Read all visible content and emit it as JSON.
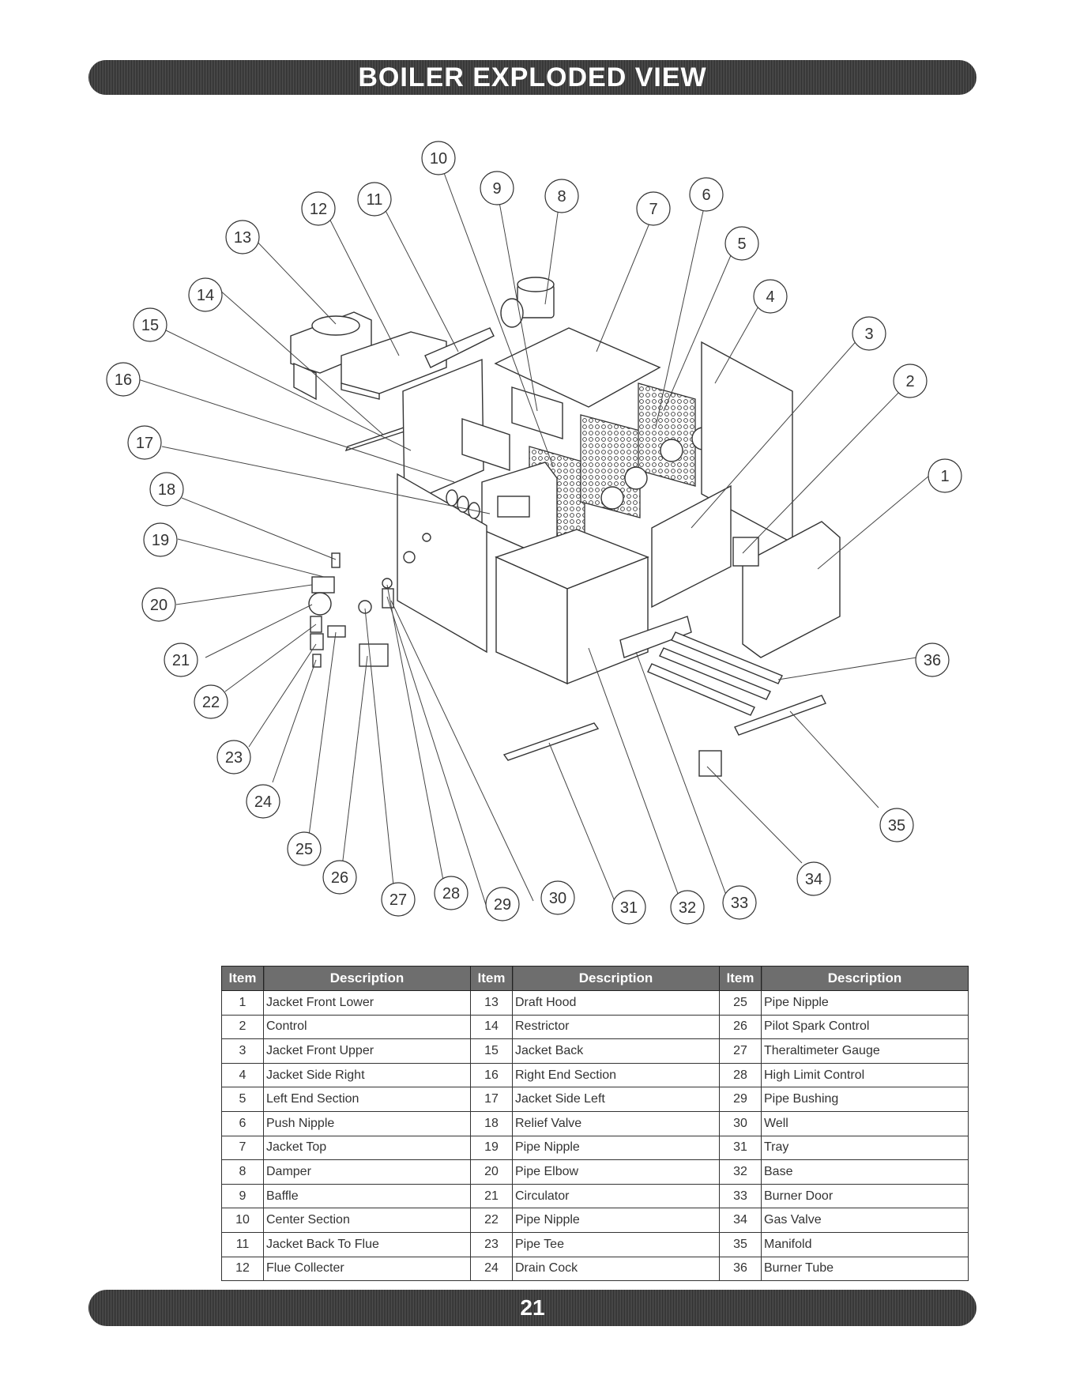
{
  "header": {
    "title": "BOILER EXPLODED VIEW"
  },
  "footer": {
    "page_number": "21"
  },
  "table": {
    "headers": [
      "Item",
      "Description",
      "Item",
      "Description",
      "Item",
      "Description"
    ],
    "rows": [
      [
        "1",
        "Jacket Front Lower",
        "13",
        "Draft Hood",
        "25",
        "Pipe Nipple"
      ],
      [
        "2",
        "Control",
        "14",
        "Restrictor",
        "26",
        "Pilot Spark Control"
      ],
      [
        "3",
        "Jacket Front Upper",
        "15",
        "Jacket Back",
        "27",
        "Theraltimeter Gauge"
      ],
      [
        "4",
        "Jacket Side Right",
        "16",
        "Right End Section",
        "28",
        "High Limit Control"
      ],
      [
        "5",
        "Left End Section",
        "17",
        "Jacket Side Left",
        "29",
        "Pipe Bushing"
      ],
      [
        "6",
        "Push Nipple",
        "18",
        "Relief Valve",
        "30",
        "Well"
      ],
      [
        "7",
        "Jacket Top",
        "19",
        "Pipe Nipple",
        "31",
        "Tray"
      ],
      [
        "8",
        "Damper",
        "20",
        "Pipe Elbow",
        "32",
        "Base"
      ],
      [
        "9",
        "Baffle",
        "21",
        "Circulator",
        "33",
        "Burner Door"
      ],
      [
        "10",
        "Center Section",
        "22",
        "Pipe Nipple",
        "34",
        "Gas Valve"
      ],
      [
        "11",
        "Jacket Back To Flue",
        "23",
        "Pipe Tee",
        "35",
        "Manifold"
      ],
      [
        "12",
        "Flue Collecter",
        "24",
        "Drain Cock",
        "36",
        "Burner Tube"
      ]
    ]
  },
  "callouts": [
    "1",
    "2",
    "3",
    "4",
    "5",
    "6",
    "7",
    "8",
    "9",
    "10",
    "11",
    "12",
    "13",
    "14",
    "15",
    "16",
    "17",
    "18",
    "19",
    "20",
    "21",
    "22",
    "23",
    "24",
    "25",
    "26",
    "27",
    "28",
    "29",
    "30",
    "31",
    "32",
    "33",
    "34",
    "35",
    "36"
  ]
}
